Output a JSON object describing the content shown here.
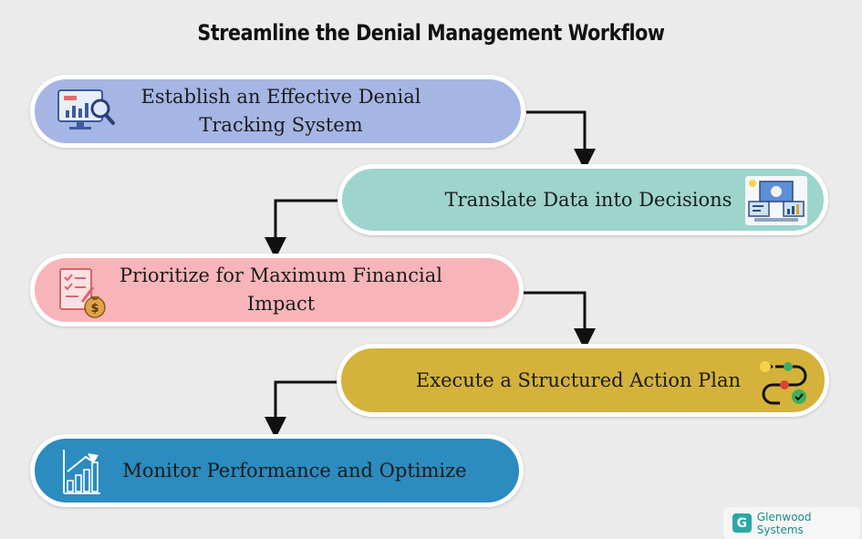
{
  "title": "Streamline the Denial Management Workflow",
  "steps": [
    {
      "line1": "Establish an Effective Denial",
      "line2": "Tracking System",
      "color": "#a5b6e4",
      "icon": "analytics-monitor-icon"
    },
    {
      "line1": "Translate Data into Decisions",
      "line2": "",
      "color": "#9dd5cc",
      "icon": "dashboard-screens-icon"
    },
    {
      "line1": "Prioritize for Maximum Financial",
      "line2": "Impact",
      "color": "#f7b5b9",
      "icon": "checklist-money-bag-icon"
    },
    {
      "line1": "Execute a Structured Action Plan",
      "line2": "",
      "color": "#d4b23c",
      "icon": "process-flow-icon"
    },
    {
      "line1": "Monitor Performance and Optimize",
      "line2": "",
      "color": "#2c8bbf",
      "icon": "growth-chart-icon"
    }
  ],
  "logo": {
    "mark": "G",
    "text": "Glenwood Systems"
  }
}
